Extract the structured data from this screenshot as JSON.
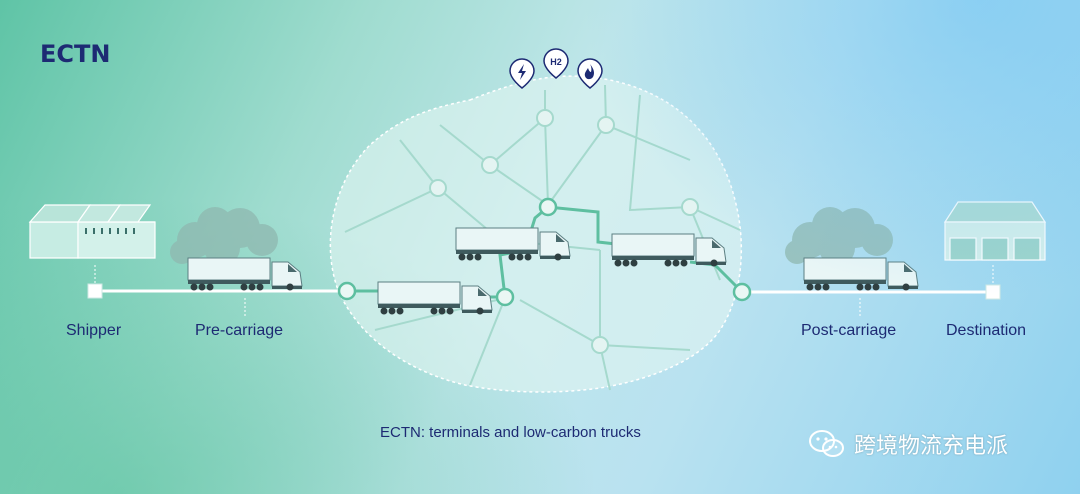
{
  "title": "ECTN",
  "labels": {
    "shipper": "Shipper",
    "pre_carriage": "Pre-carriage",
    "post_carriage": "Post-carriage",
    "destination": "Destination"
  },
  "caption": "ECTN: terminals and low-carbon trucks",
  "fuel_icons": [
    "lightning-icon",
    "hydrogen-icon",
    "flame-icon"
  ],
  "fuel_h2_text": "H2",
  "watermark": "跨境物流充电派",
  "colors": {
    "navy": "#1d2a73",
    "route": "#5ebfa0",
    "road": "#ffffff",
    "network_lines": "#9ed6ca"
  }
}
